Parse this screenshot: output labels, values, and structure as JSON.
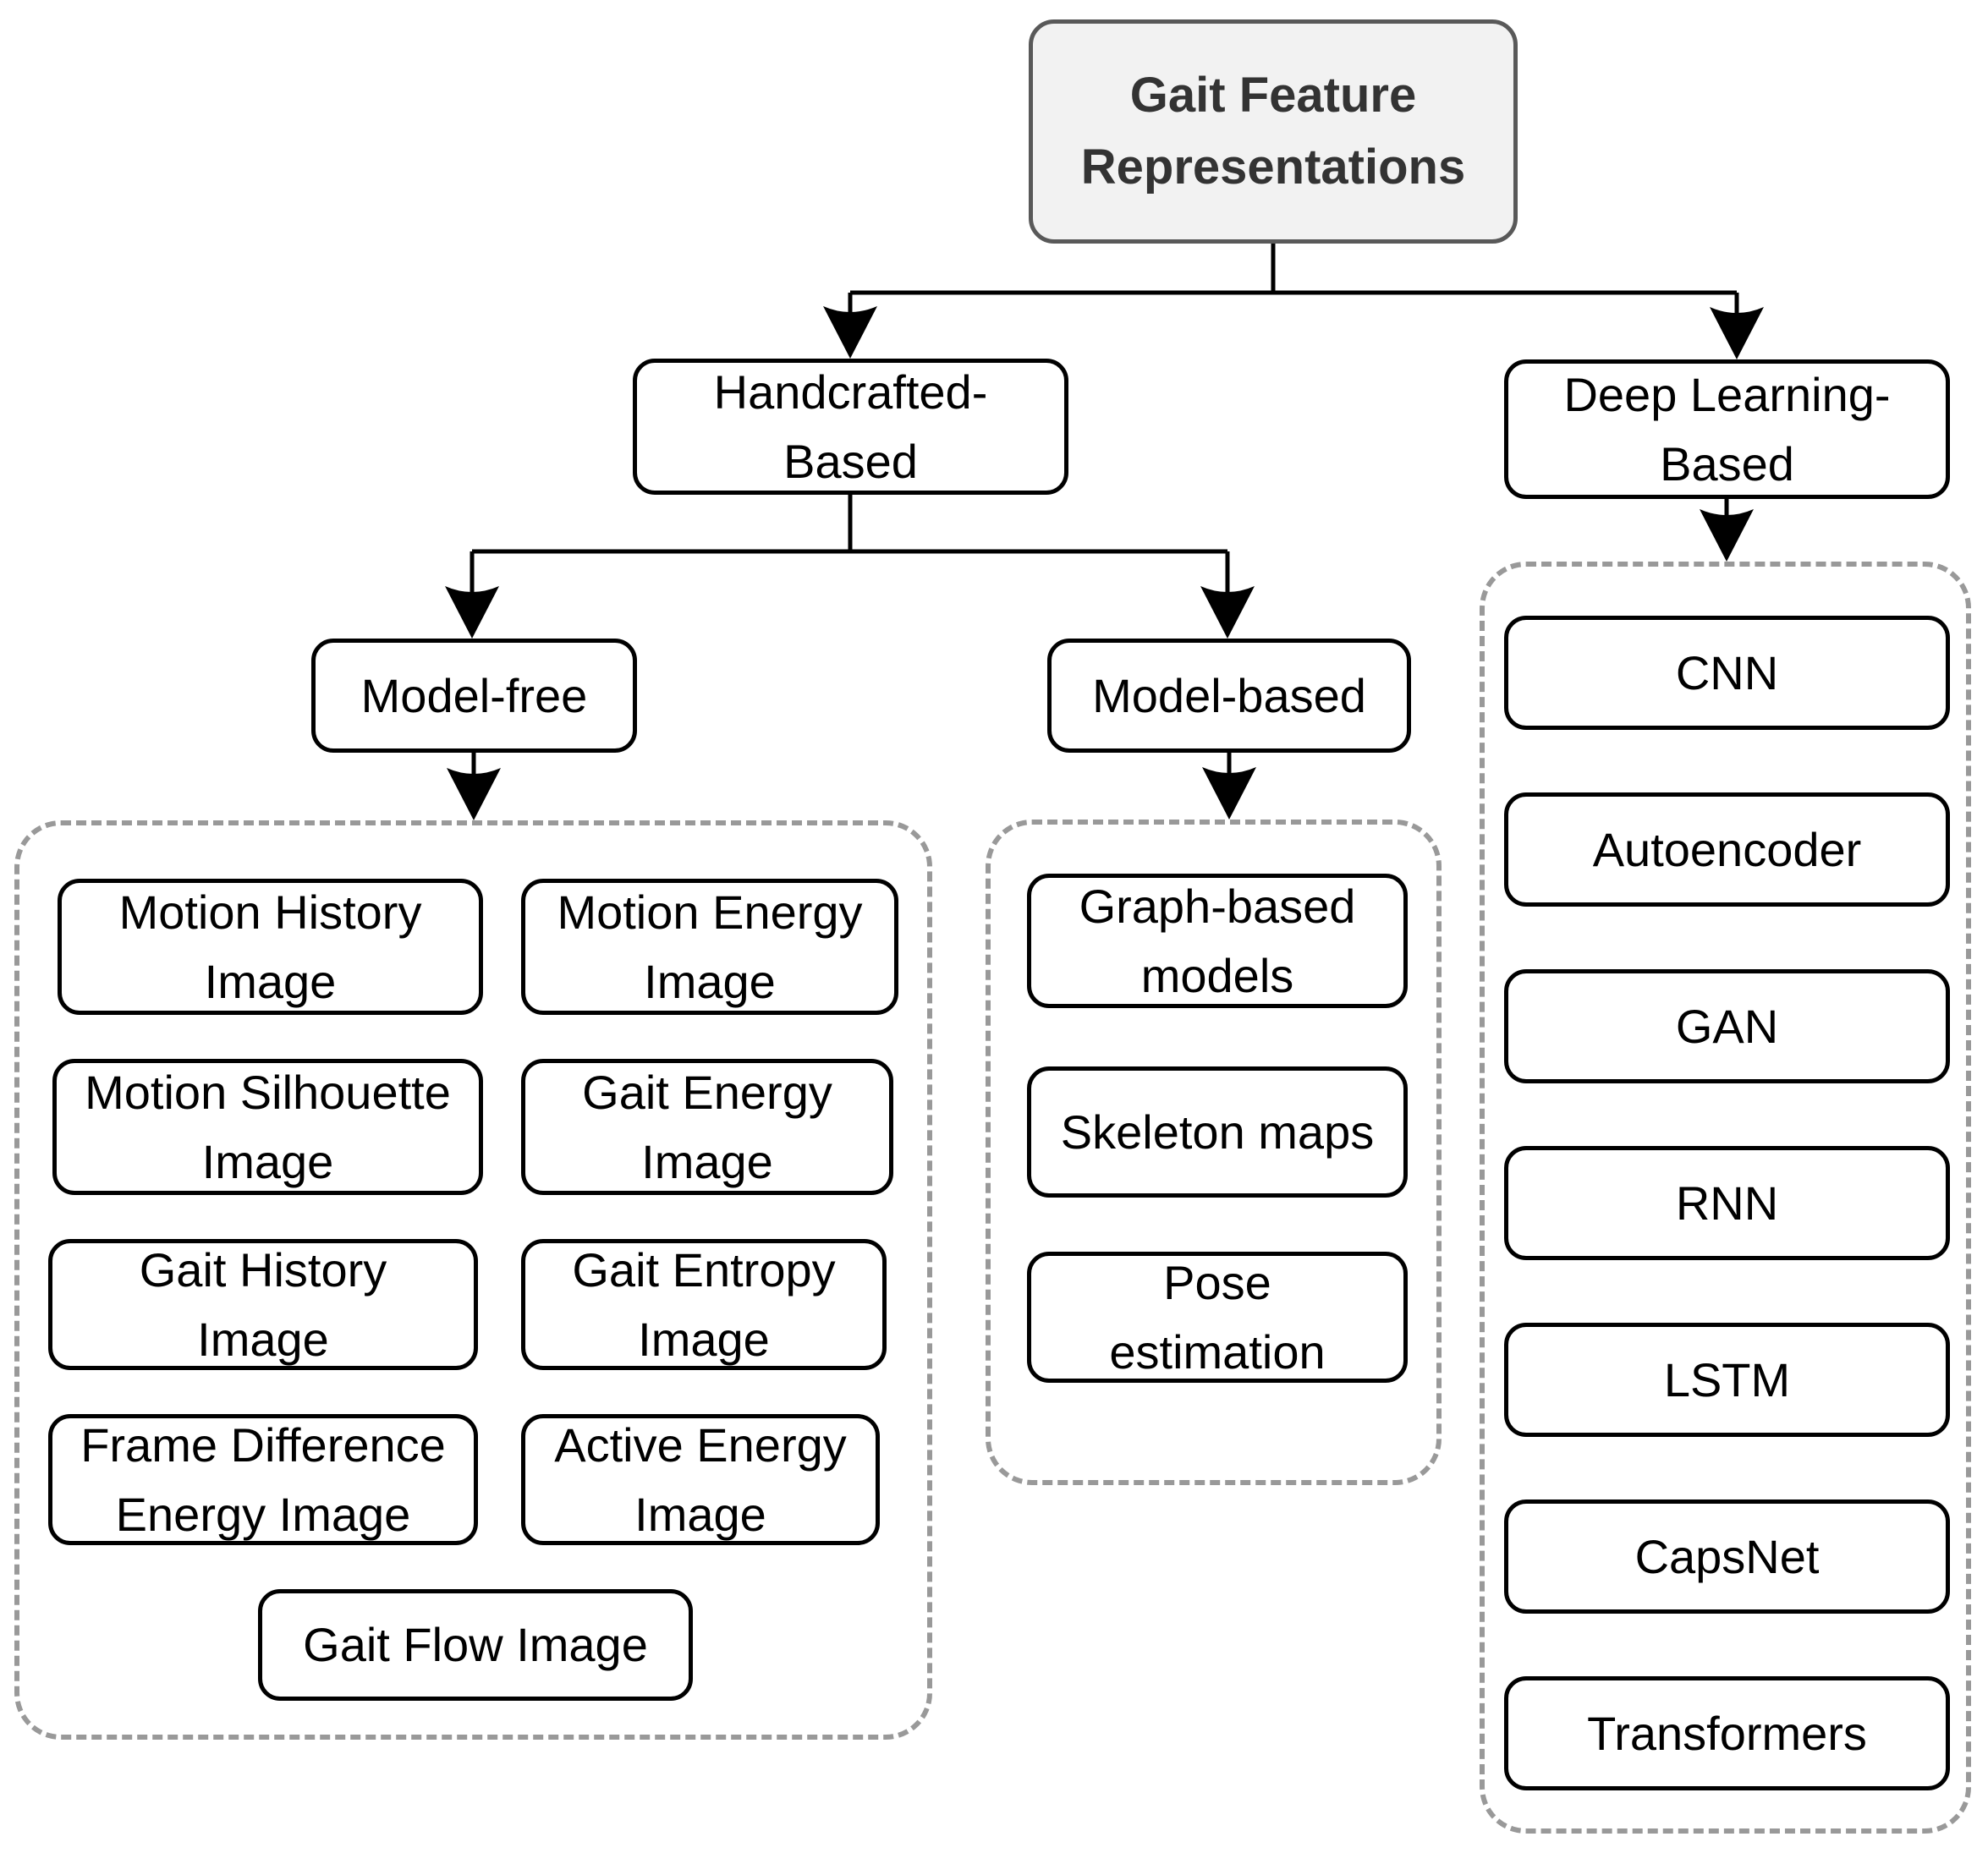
{
  "title": {
    "label": "Gait Feature\nRepresentations"
  },
  "level1": {
    "handcrafted": "Handcrafted-\nBased",
    "deep_learning": "Deep Learning-\nBased"
  },
  "level2": {
    "model_free": "Model-free",
    "model_based": "Model-based"
  },
  "model_free_children": [
    "Motion History\nImage",
    "Motion Energy\nImage",
    "Motion Silhouette\nImage",
    "Gait Energy\nImage",
    "Gait History\nImage",
    "Gait Entropy\nImage",
    "Frame Difference\nEnergy Image",
    "Active Energy\nImage",
    "Gait Flow Image"
  ],
  "model_based_children": [
    "Graph-based\nmodels",
    "Skeleton maps",
    "Pose\nestimation"
  ],
  "deep_learning_children": [
    "CNN",
    "Autoencoder",
    "GAN",
    "RNN",
    "LSTM",
    "CapsNet",
    "Transformers"
  ],
  "colors": {
    "root_fill": "#f2f2f2",
    "root_border": "#595959",
    "root_text": "#333333",
    "node_fill": "#ffffff",
    "node_border": "#000000",
    "node_text": "#000000",
    "group_dashed_border": "#999999",
    "connector": "#000000"
  }
}
